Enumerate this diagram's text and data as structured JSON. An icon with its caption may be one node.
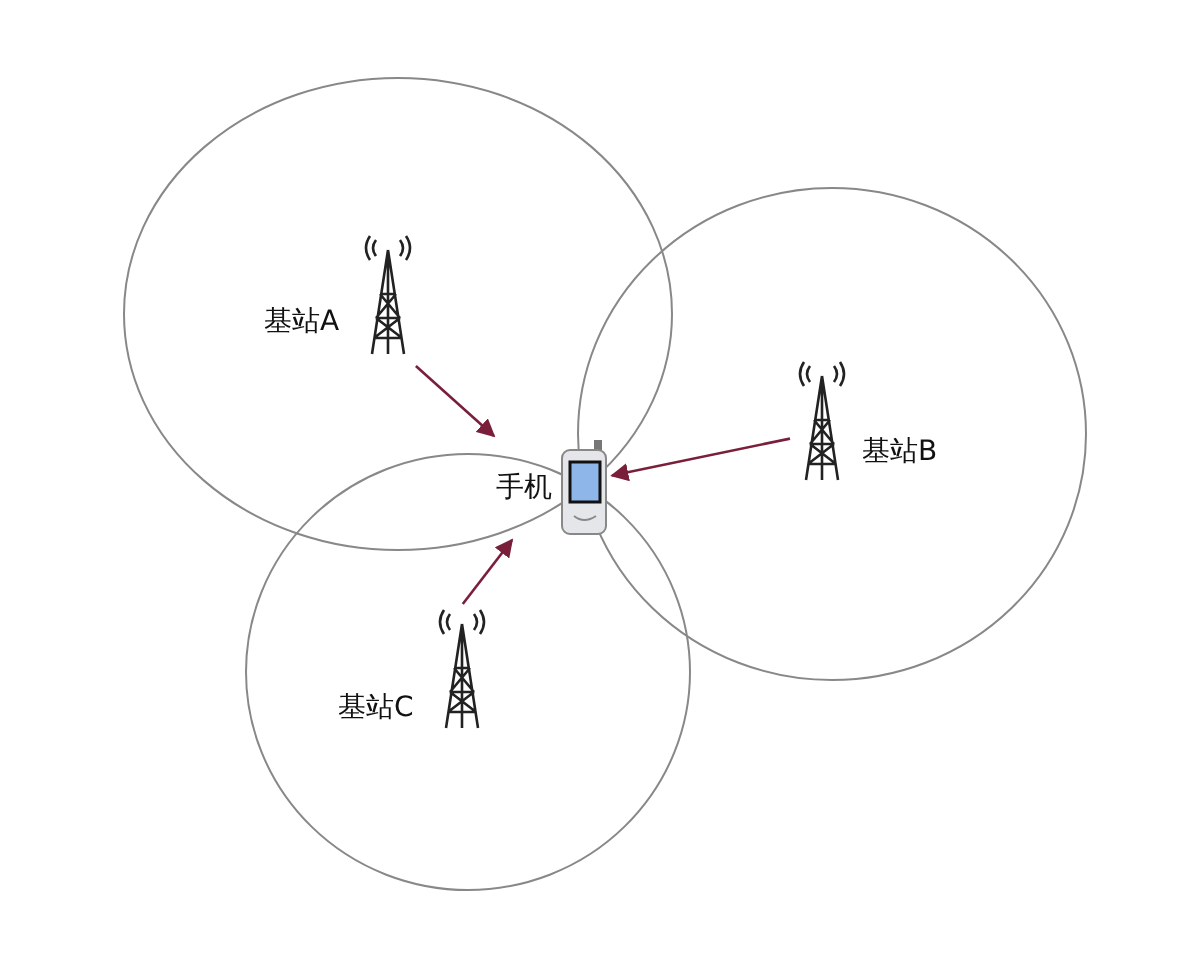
{
  "diagram": {
    "nodes": [
      {
        "text": [
          "基站A"
        ]
      },
      {
        "text": [
          "基站B"
        ]
      },
      {
        "text": [
          "手机"
        ]
      },
      {
        "text": [
          "基站C"
        ]
      }
    ],
    "edges": [
      {
        "from": 0,
        "to": 2,
        "arrow": "to"
      },
      {
        "from": 1,
        "to": 2,
        "arrow": "to"
      },
      {
        "from": 3,
        "to": 2,
        "arrow": "to"
      }
    ]
  }
}
